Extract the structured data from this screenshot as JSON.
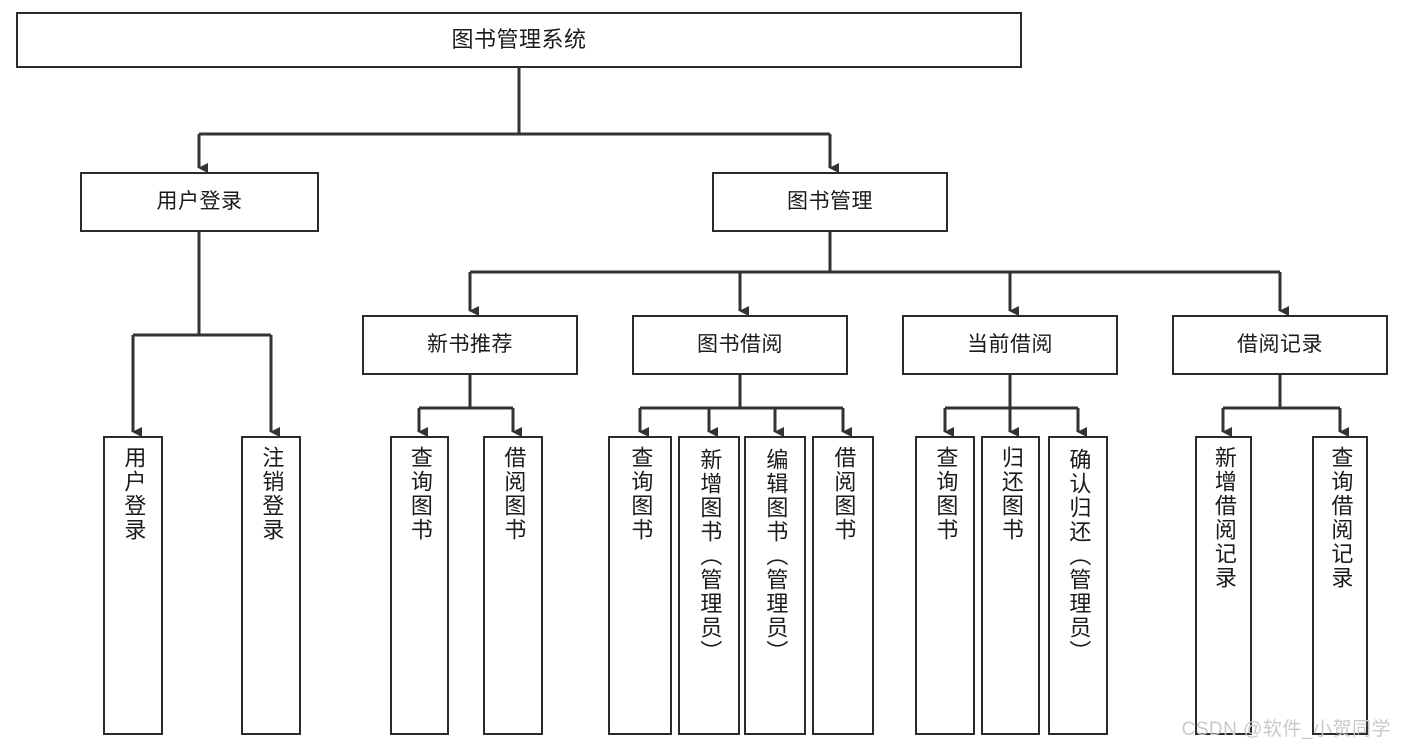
{
  "diagram": {
    "type": "tree-hierarchy",
    "title": "图书管理系统",
    "root": {
      "label": "图书管理系统"
    },
    "level2": [
      {
        "label": "用户登录"
      },
      {
        "label": "图书管理"
      }
    ],
    "level3": [
      {
        "label": "新书推荐"
      },
      {
        "label": "图书借阅"
      },
      {
        "label": "当前借阅"
      },
      {
        "label": "借阅记录"
      }
    ],
    "leaves": {
      "user_login": [
        {
          "label": "用户登录"
        },
        {
          "label": "注销登录"
        }
      ],
      "new_book_recommend": [
        {
          "label": "查询图书"
        },
        {
          "label": "借阅图书"
        }
      ],
      "book_borrow": [
        {
          "label": "查询图书"
        },
        {
          "label": "新增图书（管理员）"
        },
        {
          "label": "编辑图书（管理员）"
        },
        {
          "label": "借阅图书"
        }
      ],
      "current_borrow": [
        {
          "label": "查询图书"
        },
        {
          "label": "归还图书"
        },
        {
          "label": "确认归还（管理员）"
        }
      ],
      "borrow_records": [
        {
          "label": "新增借阅记录"
        },
        {
          "label": "查询借阅记录"
        }
      ]
    }
  },
  "watermark": {
    "text": "CSDN @软件_小贺同学"
  },
  "colors": {
    "box_border": "#2b2b2b",
    "connector": "#333333",
    "background": "#ffffff",
    "text": "#1b1b1b",
    "watermark": "#c9c9c9"
  }
}
